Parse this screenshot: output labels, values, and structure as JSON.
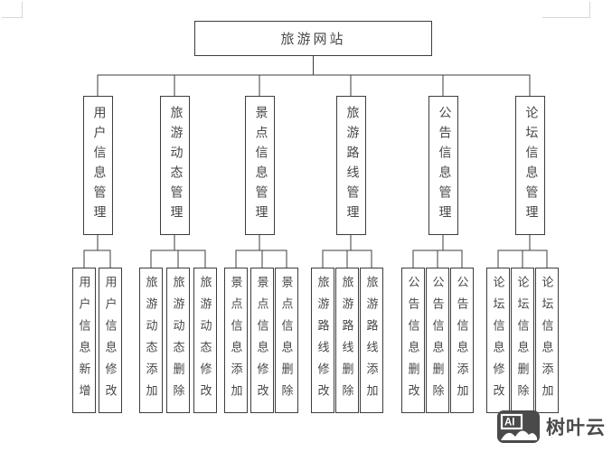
{
  "root": {
    "label": "旅游网站"
  },
  "tree": {
    "groups": [
      {
        "label": "用户信息管理",
        "children": [
          "用户信息新增",
          "用户信息修改"
        ]
      },
      {
        "label": "旅游动态管理",
        "children": [
          "旅游动态添加",
          "旅游动态删除",
          "旅游动态修改"
        ]
      },
      {
        "label": "景点信息管理",
        "children": [
          "景点信息添加",
          "景点信息修改",
          "景点信息删除"
        ]
      },
      {
        "label": "旅游路线管理",
        "children": [
          "旅游路线修改",
          "旅游路线删除",
          "旅游路线添加"
        ]
      },
      {
        "label": "公告信息管理",
        "children": [
          "公告信息删改",
          "公告信息删除",
          "公告信息添加"
        ]
      },
      {
        "label": "论坛信息管理",
        "children": [
          "论坛信息修改",
          "论坛信息删除",
          "论坛信息添加"
        ]
      }
    ]
  },
  "watermark": {
    "logo_text": "AI",
    "brand": "树叶云"
  },
  "colors": {
    "line": "#3d3d3d",
    "watermark_gray": "#4a4a4a",
    "crop_mark": "#d6d6d6"
  }
}
